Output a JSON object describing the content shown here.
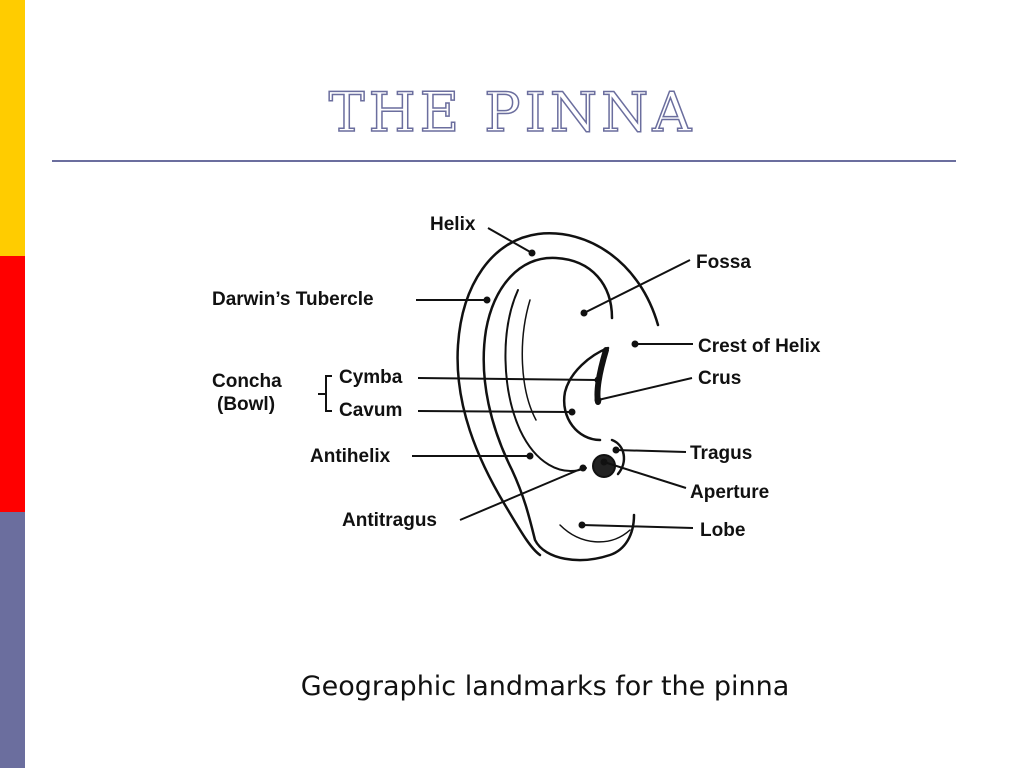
{
  "colors": {
    "bar_yellow": "#ffcc00",
    "bar_red": "#ff0000",
    "bar_slate": "#6b6e9e",
    "rule": "#6b6e9e",
    "title": "#6b6e9e"
  },
  "slide": {
    "title": "THE PINNA",
    "caption": "Geographic landmarks for the pinna"
  },
  "diagram": {
    "labels": {
      "helix": "Helix",
      "fossa": "Fossa",
      "darwins_tubercle": "Darwin’s Tubercle",
      "crest_of_helix": "Crest of Helix",
      "concha": "Concha",
      "bowl": "(Bowl)",
      "cymba": "Cymba",
      "crus": "Crus",
      "cavum": "Cavum",
      "antihelix": "Antihelix",
      "tragus": "Tragus",
      "aperture": "Aperture",
      "antitragus": "Antitragus",
      "lobe": "Lobe"
    }
  }
}
